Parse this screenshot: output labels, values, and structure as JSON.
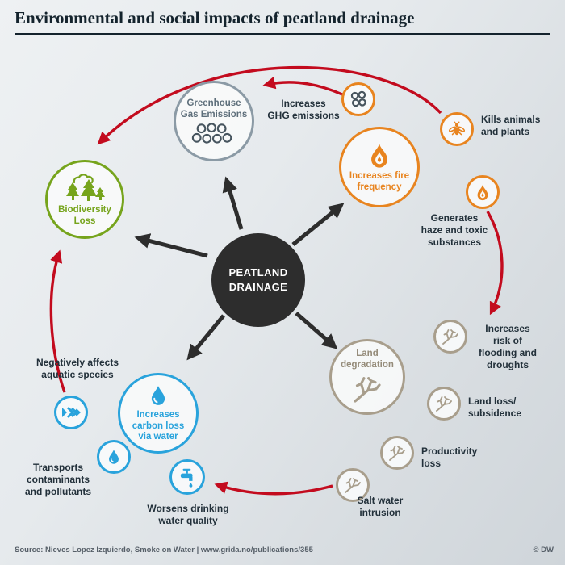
{
  "header": {
    "title": "Environmental and social impacts of peatland drainage"
  },
  "center": {
    "label": "PEATLAND\nDRAINAGE"
  },
  "nodes": {
    "ghg": {
      "label": "Greenhouse\nGas Emissions",
      "icon": "bubbles-icon"
    },
    "fire": {
      "label": "Increases fire\nfrequency",
      "icon": "flame-icon"
    },
    "biodiversity": {
      "label": "Biodiversity\nLoss",
      "icon": "trees-cloud-icon"
    },
    "land": {
      "label": "Land\ndegradation",
      "icon": "dead-branch-icon"
    },
    "carbon": {
      "label": "Increases\ncarbon loss\nvia water",
      "icon": "water-drop-icon"
    }
  },
  "satellites": {
    "ghg_increase": {
      "label": "Increases\nGHG emissions",
      "icon": "bubbles-icon"
    },
    "kills_animals": {
      "label": "Kills animals\nand plants",
      "icon": "insect-icon"
    },
    "haze": {
      "label": "Generates\nhaze and toxic\nsubstances",
      "icon": "flame-icon"
    },
    "flooding": {
      "label": "Increases\nrisk of\nflooding and\ndroughts",
      "icon": "dead-branch-icon"
    },
    "land_loss": {
      "label": "Land loss/\nsubsidence",
      "icon": "dead-branch-icon"
    },
    "productivity": {
      "label": "Productivity\nloss",
      "icon": "dead-branch-icon"
    },
    "salt_water": {
      "label": "Salt water\nintrusion",
      "icon": "dead-branch-icon"
    },
    "drinking_water": {
      "label": "Worsens drinking\nwater quality",
      "icon": "faucet-icon"
    },
    "contaminants": {
      "label": "Transports\ncontaminants\nand pollutants",
      "icon": "droplet-icon"
    },
    "aquatic": {
      "label": "Negatively affects\naquatic species",
      "icon": "fish-icon"
    }
  },
  "footer": {
    "source": "Source: Nieves Lopez Izquierdo, Smoke on Water | www.grida.no/publications/355",
    "credit": "© DW"
  },
  "colors": {
    "orange": "#e8841f",
    "green": "#76a41c",
    "blue": "#29a3dc",
    "tan": "#a89e8c",
    "slate": "#8b9aa5",
    "red": "#c30b1e",
    "dark": "#2d2d2d"
  }
}
